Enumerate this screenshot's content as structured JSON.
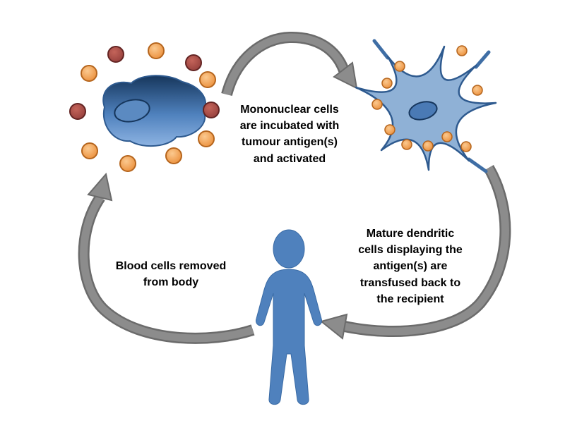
{
  "labels": {
    "incubation": "Mononuclear cells\nare incubated with\ntumour antigen(s)\nand activated",
    "transfusion": "Mature dendritic\ncells displaying the\nantigen(s) are\ntransfused back to\nthe recipient",
    "removal": "Blood cells removed\nfrom body"
  },
  "icons": {
    "mononuclear_cell": "mononuclear-cell-icon",
    "dendritic_cell": "dendritic-cell-icon",
    "patient_figure": "patient-figure-icon",
    "antigen_dot": "antigen-dot-icon",
    "cycle_arrow": "cycle-arrow-icon"
  },
  "colors": {
    "cell_blue": "#4f81bd",
    "cell_blue_dark": "#16365c",
    "dendritic_fill": "#8fb1d6",
    "outline_blue": "#2e5a8f",
    "nucleus_blue": "#4a7ab5",
    "antigen_orange": "#e8842b",
    "antigen_dark_red": "#8c3836",
    "arrow_gray": "#8c8c8c",
    "arrow_gray_dark": "#6b6b6b",
    "text": "#000000",
    "background": "#ffffff"
  }
}
